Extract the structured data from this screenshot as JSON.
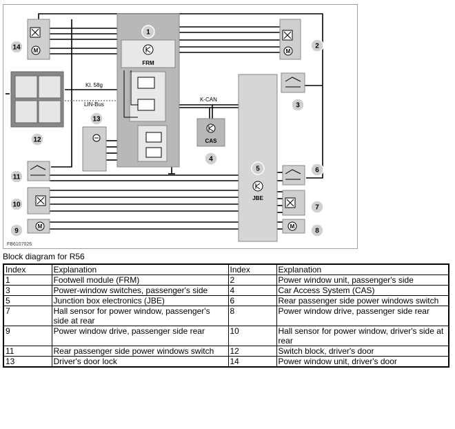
{
  "diagram": {
    "modules": {
      "frm": "FRM",
      "cas": "CAS",
      "jbe": "JBE"
    },
    "bus_labels": {
      "kl58g": "Kl. 58g",
      "lin": "LIN-Bus",
      "kcan": "K-CAN"
    },
    "image_code": "FB6107026",
    "numbers": [
      "1",
      "2",
      "3",
      "4",
      "5",
      "6",
      "7",
      "8",
      "9",
      "10",
      "11",
      "12",
      "13",
      "14"
    ]
  },
  "caption": "Block diagram for R56",
  "table": {
    "headers": [
      "Index",
      "Explanation",
      "Index",
      "Explanation"
    ],
    "rows": [
      [
        "1",
        "Footwell module (FRM)",
        "2",
        "Power window unit, passenger's side"
      ],
      [
        "3",
        "Power-window switches, passenger's side",
        "4",
        "Car Access System (CAS)"
      ],
      [
        "5",
        "Junction box electronics (JBE)",
        "6",
        "Rear passenger side power windows switch"
      ],
      [
        "7",
        "Hall sensor for power window, passenger's side at rear",
        "8",
        "Power window drive, passenger side rear"
      ],
      [
        "9",
        "Power window drive, passenger side rear",
        "10",
        "Hall sensor for power window, driver's side at rear"
      ],
      [
        "11",
        "Rear passenger side power windows switch",
        "12",
        "Switch block, driver's door"
      ],
      [
        "13",
        "Driver's door lock",
        "14",
        "Power window unit, driver's door"
      ]
    ]
  }
}
